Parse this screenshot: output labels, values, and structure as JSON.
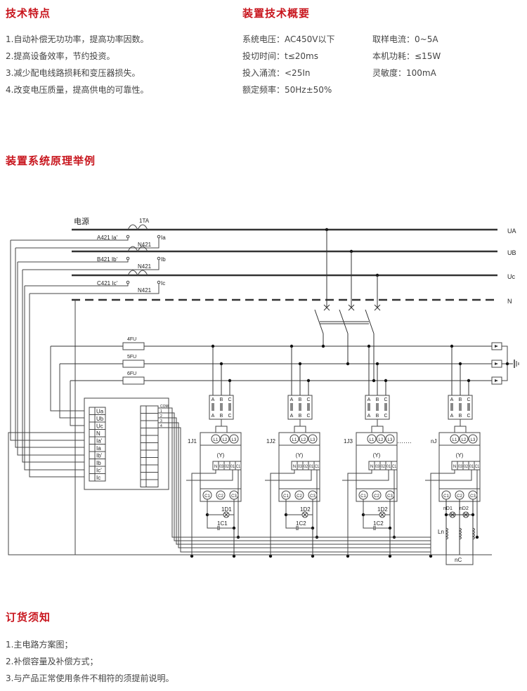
{
  "features": {
    "title": "技术特点",
    "items": [
      "1.自动补偿无功功率，提高功率因数。",
      "2.提高设备效率，节约投资。",
      "3.减少配电线路损耗和变压器损失。",
      "4.改变电压质量，提高供电的可靠性。"
    ]
  },
  "specs": {
    "title": "装置技术概要",
    "col1": [
      "系统电压：AC450V以下",
      "投切时间：t≤20ms",
      "投入涌流：<25In",
      "额定频率：50Hz±50%"
    ],
    "col2": [
      "取样电流：0~5A",
      "本机功耗：≤15W",
      "灵敏度：100mA"
    ]
  },
  "diagram": {
    "title": "装置系统原理举例",
    "source_label": "电源",
    "ct_label": "1TA",
    "buses": [
      "UA",
      "UB",
      "Uc",
      "N"
    ],
    "ct_rows": [
      {
        "left": "A421 Ia'",
        "right": "Ia",
        "n": "N421"
      },
      {
        "left": "B421 Ib'",
        "right": "Ib",
        "n": "N421"
      },
      {
        "left": "C421 Ic'",
        "right": "Ic",
        "n": "N421"
      }
    ],
    "fuses": [
      "4FU",
      "5FU",
      "6FU"
    ],
    "controller_terminals": [
      "Ua",
      "Ub",
      "Uc",
      "N",
      "Ia'",
      "Ia",
      "Ib'",
      "Ib",
      "Ic'",
      "Ic"
    ],
    "output_labels": [
      "COM",
      "1",
      "2",
      "3",
      "4"
    ],
    "phase_labels": [
      "A",
      "B",
      "C"
    ],
    "line_terminals": [
      "L1",
      "L2",
      "L3"
    ],
    "load_terminals": [
      "C1",
      "C2",
      "C3"
    ],
    "coil_label": "(Y)",
    "ctrl_terminals": [
      "N",
      "03",
      "02",
      "01",
      "C1"
    ],
    "units": [
      {
        "name": "1J1",
        "lamp": "1D1",
        "cap": "1C1"
      },
      {
        "name": "1J2",
        "lamp": "1D2",
        "cap": "1C2"
      },
      {
        "name": "1J3",
        "lamp": "1D2",
        "cap": "1C2"
      },
      {
        "name": "nJ",
        "lamp": "nD1",
        "lamp2": "nD2",
        "reactor": "Ln",
        "cap": "nC"
      }
    ],
    "ellipsis": "……."
  },
  "ordering": {
    "title": "订货须知",
    "items": [
      "1.主电路方案图；",
      "2.补偿容量及补偿方式；",
      "3.与产品正常使用条件不相符的须提前说明。"
    ]
  }
}
